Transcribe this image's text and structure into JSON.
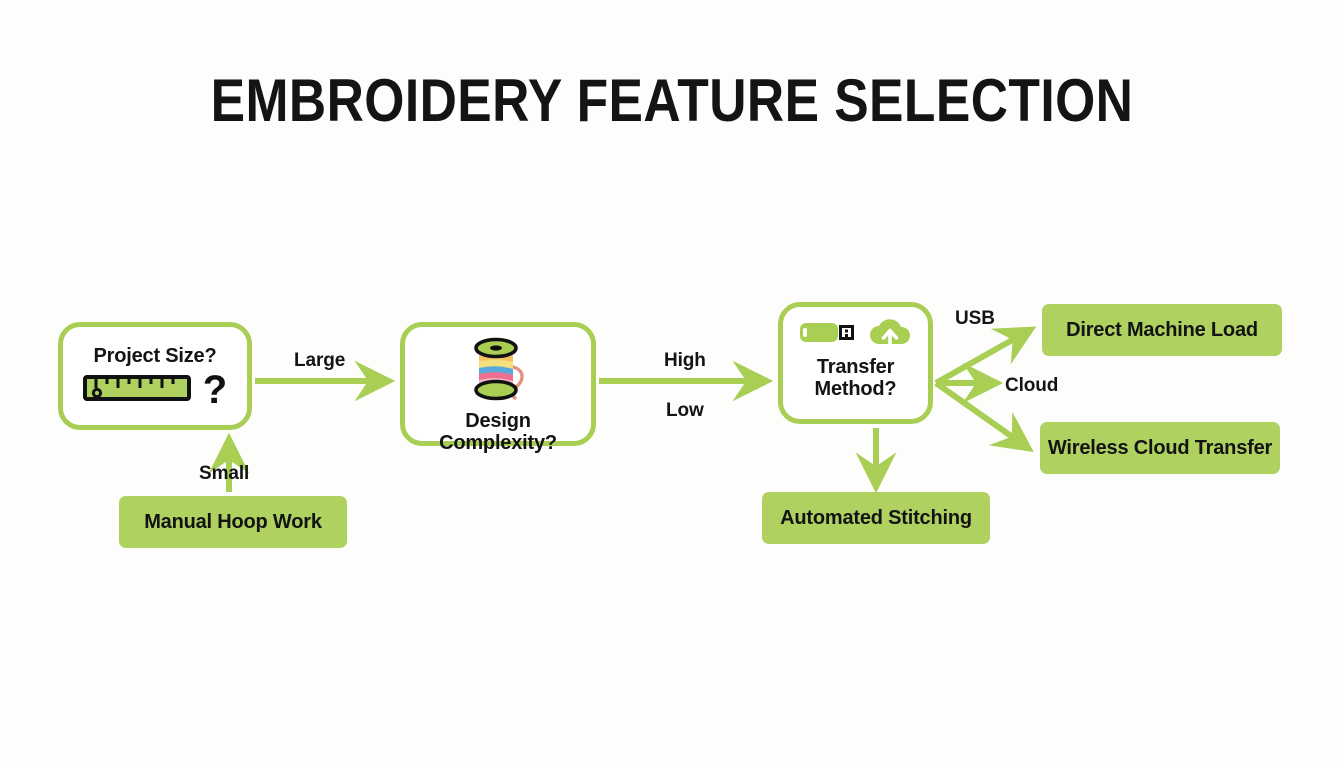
{
  "title": "EMBROIDERY FEATURE SELECTION",
  "theme": {
    "background": "#fdfdfc",
    "node_border": "#a8ce54",
    "node_fill": "#ffffff",
    "outcome_fill": "#aed160",
    "edge": "#a8ce54",
    "text": "#141414"
  },
  "nodes": [
    {
      "id": "project-size",
      "label": "Project Size?",
      "icons": [
        "ruler-icon",
        "question-mark-icon"
      ]
    },
    {
      "id": "design-complexity",
      "label": "Design Complexity?",
      "icons": [
        "thread-spool-icon"
      ]
    },
    {
      "id": "transfer-method",
      "label": "Transfer\nMethod?",
      "label_line1": "Transfer",
      "label_line2": "Method?",
      "icons": [
        "usb-drive-icon",
        "cloud-upload-icon"
      ]
    }
  ],
  "outcomes": [
    {
      "id": "manual-hoop-work",
      "label": "Manual Hoop Work"
    },
    {
      "id": "direct-machine-load",
      "label": "Direct Machine Load"
    },
    {
      "id": "wireless-cloud-transfer",
      "label": "Wireless Cloud Transfer"
    },
    {
      "id": "automated-stitching",
      "label": "Automated Stitching"
    }
  ],
  "edges": [
    {
      "from": "project-size",
      "to": "design-complexity",
      "label": "Large"
    },
    {
      "from": "manual-hoop-work",
      "to": "project-size",
      "label": "Small"
    },
    {
      "from": "design-complexity",
      "to": "transfer-method",
      "label": "High"
    },
    {
      "from": "design-complexity",
      "to": "transfer-method",
      "label": "Low"
    },
    {
      "from": "transfer-method",
      "to": "direct-machine-load",
      "label": "USB"
    },
    {
      "from": "transfer-method",
      "to": "wireless-cloud-transfer",
      "label": "Cloud"
    },
    {
      "from": "transfer-method",
      "to": "automated-stitching",
      "label": ""
    }
  ]
}
